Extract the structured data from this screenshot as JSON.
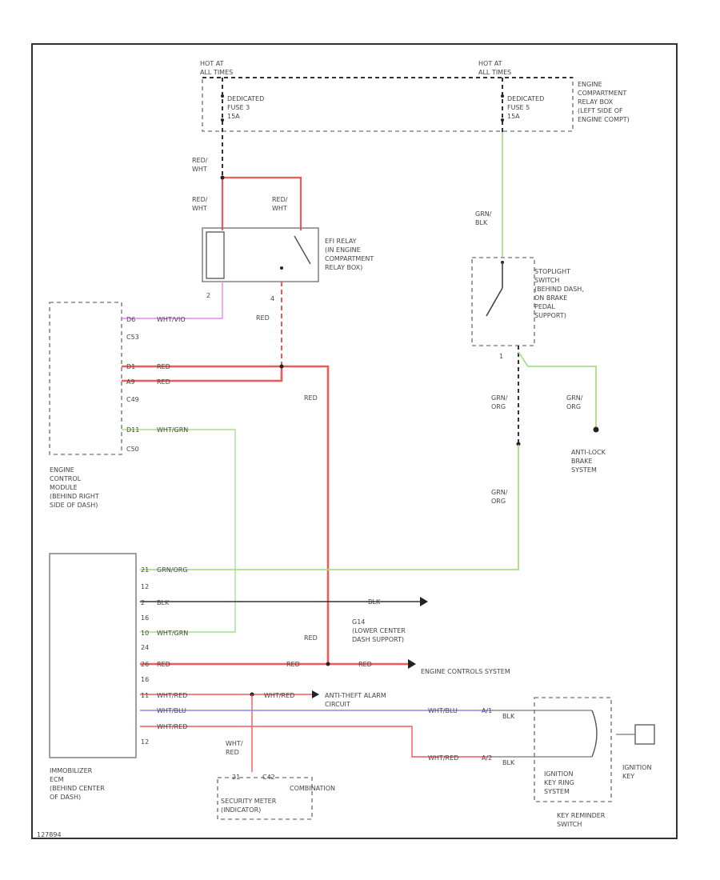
{
  "colors": {
    "red": "#f05a5a",
    "green": "#a6e08a",
    "yellow_green": "#d4e58a",
    "blue": "#8a8af0",
    "black": "#333333",
    "violet": "#e08ae8"
  },
  "labels": {
    "hot_at_all_times_1": [
      "HOT AT",
      "ALL TIMES"
    ],
    "hot_at_all_times_2": [
      "HOT AT",
      "ALL TIMES"
    ],
    "fuse_left": [
      "DEDICATED",
      "FUSE 3",
      "15A"
    ],
    "fuse_right": [
      "DEDICATED",
      "FUSE 5",
      "15A"
    ],
    "relay_box": [
      "ENGINE",
      "COMPARTMENT",
      "RELAY BOX",
      "(LEFT SIDE OF",
      "ENGINE COMPT)"
    ],
    "wire_red_wht_a": [
      "RED/",
      "WHT"
    ],
    "wire_red_wht_b": [
      "RED/",
      "WHT"
    ],
    "wire_red_wht_c": [
      "RED/",
      "WHT"
    ],
    "wire_grn_blk": [
      "GRN/",
      "BLK"
    ],
    "efi_relay": [
      "EFI RELAY",
      "(IN ENGINE",
      "COMPARTMENT",
      "RELAY BOX)"
    ],
    "stoplight_switch": [
      "STOPLIGHT",
      "SWITCH",
      "(BEHIND DASH,",
      "ON BRAKE",
      "PEDAL",
      "SUPPORT)"
    ],
    "pin_2": "2",
    "pin_4": "4",
    "pin_1": "1",
    "wire_red_1": "RED",
    "wire_red_2": "RED",
    "wire_red_3": "RED",
    "ecm_pins": [
      "D6",
      "C53",
      "D1",
      "A9",
      "C49",
      "D11",
      "C50"
    ],
    "ecm_wires": [
      "WHT/VIO",
      "RED",
      "RED",
      "WHT/GRN"
    ],
    "ecm": [
      "ENGINE",
      "CONTROL",
      "MODULE",
      "(BEHIND RIGHT",
      "SIDE OF DASH)"
    ],
    "wire_grn_org_a": [
      "GRN/",
      "ORG"
    ],
    "wire_grn_org_b": [
      "GRN/",
      "ORG"
    ],
    "wire_grn_org_c": [
      "GRN/",
      "ORG"
    ],
    "abs": [
      "ANTI-LOCK",
      "BRAKE",
      "SYSTEM"
    ],
    "imm_pins": [
      "21",
      "12",
      "2",
      "16",
      "10",
      "24",
      "26",
      "16",
      "11",
      "12"
    ],
    "imm_wires": [
      "GRN/ORG",
      "BLK",
      "WHT/GRN",
      "RED",
      "WHT/RED",
      "WHT/BLU",
      "WHT/RED"
    ],
    "ground": [
      "G14",
      "(LOWER CENTER",
      "DASH SUPPORT)"
    ],
    "wire_blk": "BLK",
    "wire_red_mid": "RED",
    "wire_red_right": "RED",
    "engine_control_system": "ENGINE CONTROLS SYSTEM",
    "wire_wht_red_mid": "WHT/RED",
    "anti_theft": [
      "ANTI-THEFT ALARM",
      "CIRCUIT"
    ],
    "wire_wht_blu_r": "WHT/BLU",
    "wire_wht_red_r": "WHT/RED",
    "wire_blk_r1": "BLK",
    "wire_blk_r2": "BLK",
    "pin_r1": "A/1",
    "pin_r2": "A/2",
    "wire_wht_red_v": [
      "WHT/",
      "RED"
    ],
    "imm_ecm": [
      "IMMOBILIZER",
      "ECM",
      "(BEHIND CENTER",
      "OF DASH)"
    ],
    "combo_meter_pins": [
      "21",
      "C42"
    ],
    "combo_meter": "COMBINATION",
    "security_meter": [
      "SECURITY METER",
      "(INDICATOR)"
    ],
    "key_reminder": [
      "IGNITION",
      "KEY RING",
      "SYSTEM"
    ],
    "key_reminder_sw": [
      "KEY REMINDER",
      "SWITCH"
    ],
    "ignition_key": [
      "IGNITION",
      "KEY"
    ],
    "footer": "127894"
  }
}
